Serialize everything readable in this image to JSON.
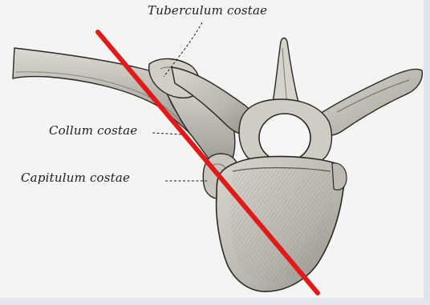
{
  "labels": {
    "tuberculum": "Tuberculum costae",
    "collum": "Collum costae",
    "capitulum": "Capitulum costae"
  },
  "colors": {
    "bone_fill": "#cfcdc4",
    "bone_shade": "#8f8c83",
    "outline": "#2a2826",
    "annotation_line": "#e0191b",
    "background": "#f4f4f2"
  }
}
